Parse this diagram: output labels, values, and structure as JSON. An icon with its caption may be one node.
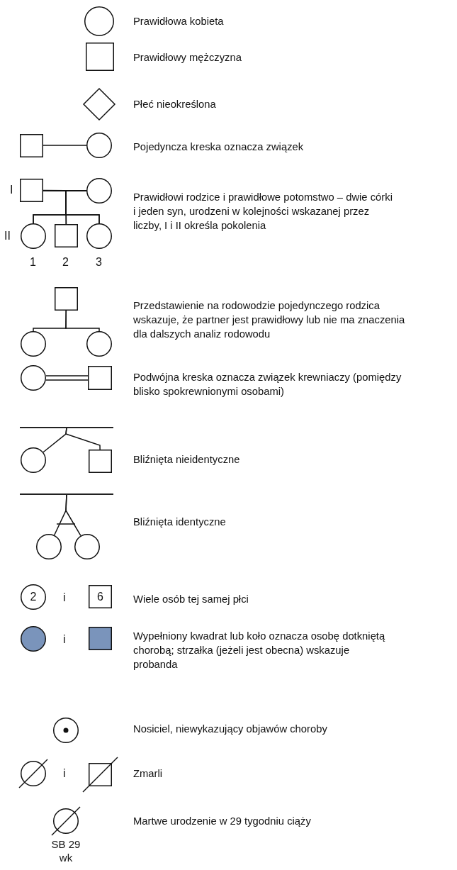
{
  "diagram": {
    "nodes": [
      {
        "text": [],
        "shape": "circle"
      },
      {
        "text": [],
        "shape": "box"
      },
      {
        "text": [],
        "shape": "diamond"
      },
      {
        "text": [],
        "shape": "box"
      },
      {
        "text": [],
        "shape": "circle"
      },
      {
        "text": [],
        "shape": "box"
      },
      {
        "text": [],
        "shape": "circle"
      },
      {
        "text": [],
        "shape": "circle"
      },
      {
        "text": [],
        "shape": "box"
      },
      {
        "text": [],
        "shape": "circle"
      },
      {
        "text": [],
        "shape": "box"
      },
      {
        "text": [],
        "shape": "circle"
      },
      {
        "text": [],
        "shape": "circle"
      },
      {
        "text": [],
        "shape": "circle"
      },
      {
        "text": [],
        "shape": "box"
      },
      {
        "text": [],
        "shape": "bar"
      },
      {
        "text": [],
        "shape": "circle"
      },
      {
        "text": [],
        "shape": "box"
      },
      {
        "text": [],
        "shape": "bar"
      },
      {
        "text": [],
        "shape": "circle"
      },
      {
        "text": [],
        "shape": "circle"
      },
      {
        "text": [
          "2"
        ]
      },
      {
        "text": [
          "6"
        ]
      },
      {
        "text": [],
        "shape": "circle"
      },
      {
        "text": [],
        "shape": "box"
      },
      {
        "text": [],
        "shape": "circle"
      },
      {
        "text": [],
        "shape": "circle"
      },
      {
        "text": [],
        "shape": "box"
      },
      {
        "text": [],
        "shape": "circle",
        "beside": [
          "SB 29 wk"
        ]
      }
    ],
    "edges": [
      {
        "from": 3,
        "to": 4,
        "arrow": "none"
      },
      {
        "from": 5,
        "to": 6,
        "arrow": "none"
      },
      {
        "from": 5,
        "to": 7,
        "arrow": "none"
      },
      {
        "from": 5,
        "to": 8,
        "arrow": "none"
      },
      {
        "from": 5,
        "to": 9,
        "arrow": "none"
      },
      {
        "from": 6,
        "to": 7,
        "arrow": "none"
      },
      {
        "from": 6,
        "to": 8,
        "arrow": "none"
      },
      {
        "from": 6,
        "to": 9,
        "arrow": "none"
      },
      {
        "from": 10,
        "to": 11,
        "arrow": "none"
      },
      {
        "from": 10,
        "to": 12,
        "arrow": "none"
      },
      {
        "from": 13,
        "to": 14,
        "arrow": "none"
      },
      {
        "from": 15,
        "to": 16,
        "arrow": "none"
      },
      {
        "from": 15,
        "to": 17,
        "arrow": "none"
      },
      {
        "from": 18,
        "to": 19,
        "arrow": "none"
      },
      {
        "from": 18,
        "to": 20,
        "arrow": "none"
      }
    ],
    "labels": [
      "Prawidłowa kobieta",
      "Prawidłowy mężczyzna",
      "Płeć nieokreślona",
      "Pojedyncza kreska oznacza związek",
      "I",
      "Prawidłowi rodzice i prawidłowe potomstwo – dwie córki i jeden syn, urodzeni w kolejności wskazanej przez liczby, I i II określa pokolenia",
      "II",
      "1",
      "2",
      "3",
      "Przedstawienie na rodowodzie pojedynczego rodzica wskazuje, że partner jest prawidłowy lub nie ma znaczenia dla dalszych analiz rodowodu",
      "Podwójna kreska oznacza związek krewniaczy (pomiędzy blisko spokrewnionymi osobami)",
      "Bliźnięta nieidentyczne",
      "Bliźnięta identyczne",
      "i",
      "Wiele osób tej samej płci",
      "i",
      "Wypełniony kwadrat lub koło oznacza osobę dotkniętą chorobą; strzałka (jeżeli jest obecna) wskazuje probanda",
      "Nosiciel, niewykazujący objawów choroby",
      "i",
      "Zmarli",
      "Martwe urodzenie w 29 tygodniu ciąży"
    ]
  }
}
